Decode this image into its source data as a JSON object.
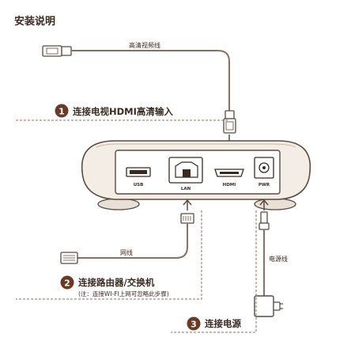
{
  "title": "安装说明",
  "cables": {
    "hdmi_cable": "高清视频线",
    "network_cable": "网线",
    "power_cable": "电源线"
  },
  "steps": [
    {
      "number": "1",
      "text": "连接电视HDMI高清输入",
      "note": ""
    },
    {
      "number": "2",
      "text": "连接路由器/交换机",
      "note": "(注：连接WI-FI上网可忽略此步骤)"
    },
    {
      "number": "3",
      "text": "连接电源",
      "note": ""
    }
  ],
  "ports": {
    "usb": "USB",
    "lan": "LAN",
    "hdmi": "HDMI",
    "power": "PWR"
  },
  "colors": {
    "accent": "#6b3a24",
    "line": "#8a7060",
    "device_body": "#f3ede6",
    "device_outline": "#5a4a3f"
  }
}
